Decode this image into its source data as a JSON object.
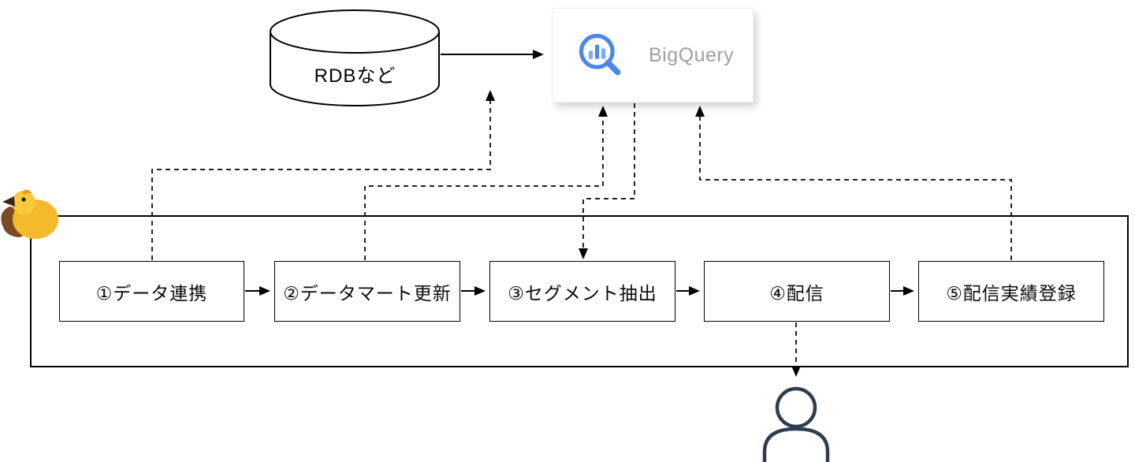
{
  "diagram": {
    "rdb_label": "RDBなど",
    "bigquery_label": "BigQuery",
    "steps": [
      {
        "label": "①データ連携"
      },
      {
        "label": "②データマート更新"
      },
      {
        "label": "③セグメント抽出"
      },
      {
        "label": "④配信"
      },
      {
        "label": "⑤配信実績登録"
      }
    ],
    "icons": {
      "database": "database-cylinder-icon",
      "bigquery": "bigquery-magnifier-chart-icon",
      "bird": "workflow-bird-mascot-icon",
      "person": "person-user-icon"
    },
    "colors": {
      "bigquery_blue": "#4d86ec",
      "bigquery_blue_light": "#7fa9f2",
      "bigquery_text_gray": "#9aa0a6",
      "line_black": "#000000",
      "person_navy": "#2d3e50",
      "bird_body_yellow": "#f5b92e",
      "bird_wing_brown": "#7a4a22"
    }
  }
}
